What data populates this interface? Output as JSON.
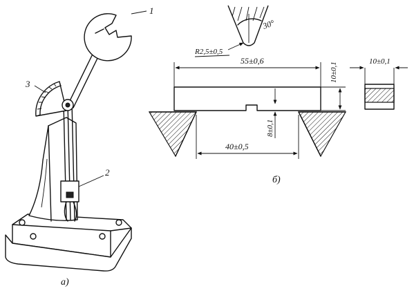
{
  "machine": {
    "callouts": [
      "1",
      "3",
      "2"
    ],
    "caption": "а)"
  },
  "specimen": {
    "striker_angle": "30°",
    "striker_radius": "R2,5±0,5",
    "length": "55±0,6",
    "height": "10±0,1",
    "notch_depth": "8±0,1",
    "support_span": "40±0,5",
    "section_width": "10±0,1",
    "caption": "б)"
  }
}
